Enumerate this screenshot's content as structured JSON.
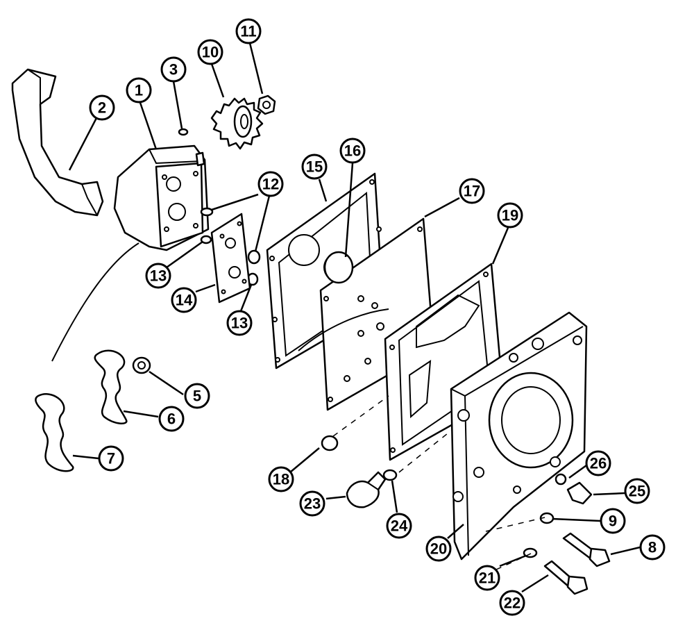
{
  "callouts": [
    {
      "id": "1",
      "label": "1"
    },
    {
      "id": "2",
      "label": "2"
    },
    {
      "id": "3",
      "label": "3"
    },
    {
      "id": "5",
      "label": "5"
    },
    {
      "id": "6",
      "label": "6"
    },
    {
      "id": "7",
      "label": "7"
    },
    {
      "id": "8",
      "label": "8"
    },
    {
      "id": "9",
      "label": "9"
    },
    {
      "id": "10",
      "label": "10"
    },
    {
      "id": "11",
      "label": "11"
    },
    {
      "id": "12",
      "label": "12"
    },
    {
      "id": "13a",
      "label": "13"
    },
    {
      "id": "13b",
      "label": "13"
    },
    {
      "id": "14",
      "label": "14"
    },
    {
      "id": "15",
      "label": "15"
    },
    {
      "id": "16",
      "label": "16"
    },
    {
      "id": "17",
      "label": "17"
    },
    {
      "id": "18",
      "label": "18"
    },
    {
      "id": "19",
      "label": "19"
    },
    {
      "id": "20",
      "label": "20"
    },
    {
      "id": "21",
      "label": "21"
    },
    {
      "id": "22",
      "label": "22"
    },
    {
      "id": "23",
      "label": "23"
    },
    {
      "id": "24",
      "label": "24"
    },
    {
      "id": "25",
      "label": "25"
    },
    {
      "id": "26",
      "label": "26"
    }
  ]
}
